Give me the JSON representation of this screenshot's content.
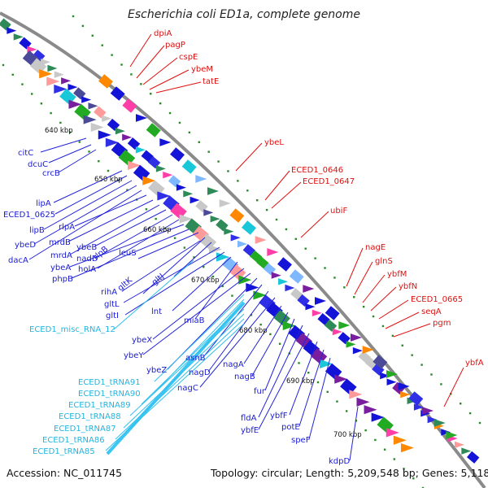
{
  "title": "Escherichia coli ED1a, complete genome",
  "footer": {
    "accession": "Accession: NC_011745",
    "topology": "Topology: circular; Length: 5,209,548 bp; Genes: 5,118"
  },
  "colors": {
    "backbone": "#888888",
    "gene_label": "#1a1ad6",
    "misc_label": "#22b5e0",
    "red_label": "#dd1111"
  },
  "kbp_ticks": [
    "640 kbp",
    "650 kbp",
    "660 kbp",
    "670 kbp",
    "680 kbp",
    "690 kbp",
    "700 kbp"
  ],
  "labels": {
    "blue": [
      "citC",
      "dcuC",
      "crcB",
      "lipA",
      "ECED1_0625",
      "lipB",
      "ybeD",
      "dacA",
      "rlpA",
      "mrdB",
      "mrdA",
      "ybeB",
      "nadD",
      "holA",
      "ybeA",
      "phpB",
      "rlpB",
      "leuS",
      "gltK",
      "rihA",
      "gltJ",
      "gltL",
      "gltI",
      "lnt",
      "miaB",
      "ybeX",
      "ybeY",
      "ybeZ",
      "asnB",
      "nagD",
      "nagC",
      "nagA",
      "nagB",
      "fur",
      "fldA",
      "ybfE",
      "ybfF",
      "potE",
      "speF",
      "kdpD"
    ],
    "cyan": [
      "ECED1_misc_RNA_12",
      "ECED1_tRNA91",
      "ECED1_tRNA90",
      "ECED1_tRNA89",
      "ECED1_tRNA88",
      "ECED1_tRNA87",
      "ECED1_tRNA86",
      "ECED1_tRNA85"
    ],
    "red": [
      "dpiA",
      "pagP",
      "cspE",
      "ybeM",
      "tatE",
      "ybeL",
      "ECED1_0646",
      "ECED1_0647",
      "ubiF",
      "nagE",
      "glnS",
      "ybfM",
      "ybfN",
      "ECED1_0665",
      "seqA",
      "pgm",
      "ybfA"
    ]
  }
}
